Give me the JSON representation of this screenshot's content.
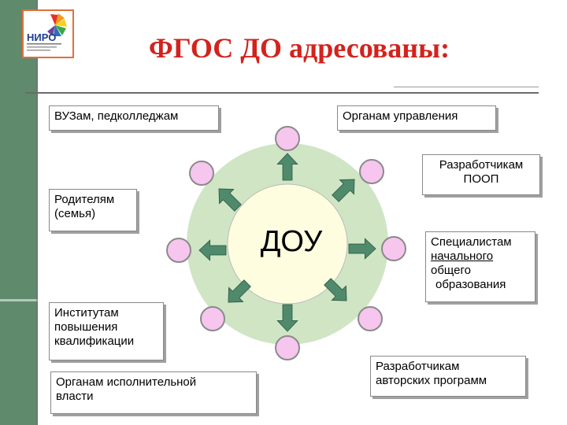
{
  "title": "ФГОС ДО адресованы:",
  "center": "ДОУ",
  "logo": {
    "text": "НИРО"
  },
  "colors": {
    "title": "#d2231d",
    "outer_circle": "#cfe5c4",
    "inner_circle": "#fffde0",
    "node_fill": "#f6c6ef",
    "node_stroke": "#8a8a8a",
    "arrow_fill": "#4f8a6c",
    "sidebar": "#5f8a6b"
  },
  "addressees": {
    "vuz": "ВУЗам, педколледжам",
    "management": "Органам управления",
    "developers_poop_1": "Разработчикам",
    "developers_poop_2": "ПООП",
    "parents_1": "Родителям",
    "parents_2": "(семья)",
    "specialists_1": "Специалистам",
    "specialists_2": "начального",
    "specialists_3": "общего",
    "specialists_4": "образования",
    "institutes_1": "Институтам",
    "institutes_2": "повышения",
    "institutes_3": "квалификации",
    "executive_1": "Органам исполнительной",
    "executive_2": "власти",
    "authors_1": "Разработчикам",
    "authors_2": "авторских программ"
  }
}
